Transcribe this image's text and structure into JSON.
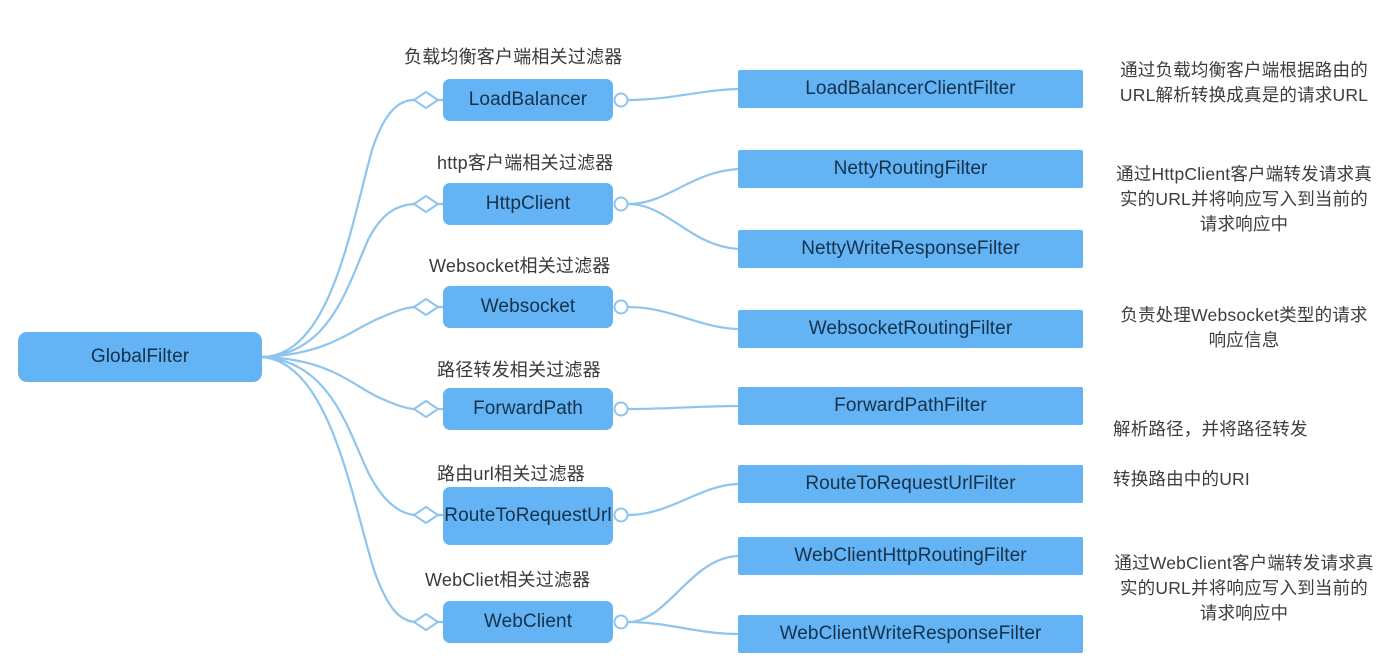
{
  "diagram": {
    "title": "GlobalFilter",
    "colors": {
      "node_fill": "#63b3f5",
      "node_text": "#16324a",
      "edge": "#8ec5ee",
      "label_text": "#3a3a3a",
      "background": "#ffffff"
    }
  },
  "root": {
    "label": "GlobalFilter"
  },
  "branches": [
    {
      "label": "负载均衡客户端相关过滤器",
      "node": "LoadBalancer",
      "filters": [
        "LoadBalancerClientFilter"
      ],
      "description": "通过负载均衡客户端根据路由的URL解析转换成真是的请求URL"
    },
    {
      "label": "http客户端相关过滤器",
      "node": "HttpClient",
      "filters": [
        "NettyRoutingFilter",
        "NettyWriteResponseFilter"
      ],
      "description": "通过HttpClient客户端转发请求真实的URL并将响应写入到当前的请求响应中"
    },
    {
      "label": "Websocket相关过滤器",
      "node": "Websocket",
      "filters": [
        "WebsocketRoutingFilter"
      ],
      "description": "负责处理Websocket类型的请求响应信息"
    },
    {
      "label": "路径转发相关过滤器",
      "node": "ForwardPath",
      "filters": [
        "ForwardPathFilter"
      ],
      "description": "解析路径，并将路径转发"
    },
    {
      "label": "路由url相关过滤器",
      "node": "RouteToRequestUrl",
      "filters": [
        "RouteToRequestUrlFilter"
      ],
      "description": "转换路由中的URI"
    },
    {
      "label": "WebCliet相关过滤器",
      "node": "WebClient",
      "filters": [
        "WebClientHttpRoutingFilter",
        "WebClientWriteResponseFilter"
      ],
      "description": "通过WebClient客户端转发请求真实的URL并将响应写入到当前的请求响应中"
    }
  ],
  "branch_labels": {
    "b0": "负载均衡客户端相关过滤器",
    "b1": "http客户端相关过滤器",
    "b2": "Websocket相关过滤器",
    "b3": "路径转发相关过滤器",
    "b4": "路由url相关过滤器",
    "b5": "WebCliet相关过滤器"
  },
  "mid_nodes": {
    "m0": "LoadBalancer",
    "m1": "HttpClient",
    "m2": "Websocket",
    "m3": "ForwardPath",
    "m4": "RouteToRequestUrl",
    "m5": "WebClient"
  },
  "leaf_nodes": {
    "l0": "LoadBalancerClientFilter",
    "l1": "NettyRoutingFilter",
    "l2": "NettyWriteResponseFilter",
    "l3": "WebsocketRoutingFilter",
    "l4": "ForwardPathFilter",
    "l5": "RouteToRequestUrlFilter",
    "l6": "WebClientHttpRoutingFilter",
    "l7": "WebClientWriteResponseFilter"
  },
  "descriptions": {
    "d0": "通过负载均衡客户端根据路由的URL解析转换成真是的请求URL",
    "d1": "通过HttpClient客户端转发请求真实的URL并将响应写入到当前的请求响应中",
    "d2": "负责处理Websocket类型的请求响应信息",
    "d3": "解析路径，并将路径转发",
    "d4": "转换路由中的URI",
    "d5": "通过WebClient客户端转发请求真实的URL并将响应写入到当前的请求响应中"
  }
}
